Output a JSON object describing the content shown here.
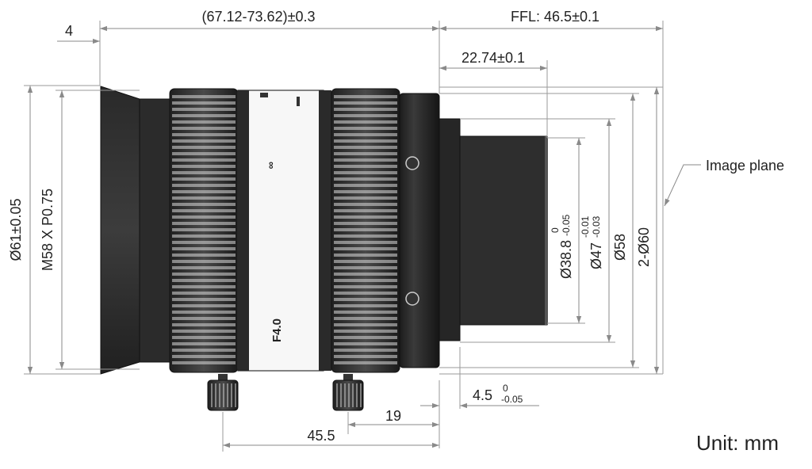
{
  "labels": {
    "overall_length": "(67.12-73.62)±0.3",
    "ffl": "FFL: 46.5±0.1",
    "front_offset": "4",
    "flange_offset": "22.74±0.1",
    "front_diameter": "Ø61±0.05",
    "filter_thread": "M58 X P0.75",
    "mount_diameter": "Ø38.8",
    "mount_diameter_tol_upper": "0",
    "mount_diameter_tol_lower": "-0.05",
    "body_diameter": "Ø47",
    "body_diameter_tol_upper": "-0.01",
    "body_diameter_tol_lower": "-0.03",
    "rear_diameter": "Ø58",
    "flange_diameter": "2-Ø60",
    "mount_depth": "4.5",
    "mount_depth_tol_upper": "0",
    "mount_depth_tol_lower": "-0.05",
    "screw_distance_short": "19",
    "screw_distance_long": "45.5",
    "image_plane": "Image plane",
    "aperture_mark": "F4.0",
    "infinity_mark": "∞"
  },
  "unit": "Unit: mm"
}
